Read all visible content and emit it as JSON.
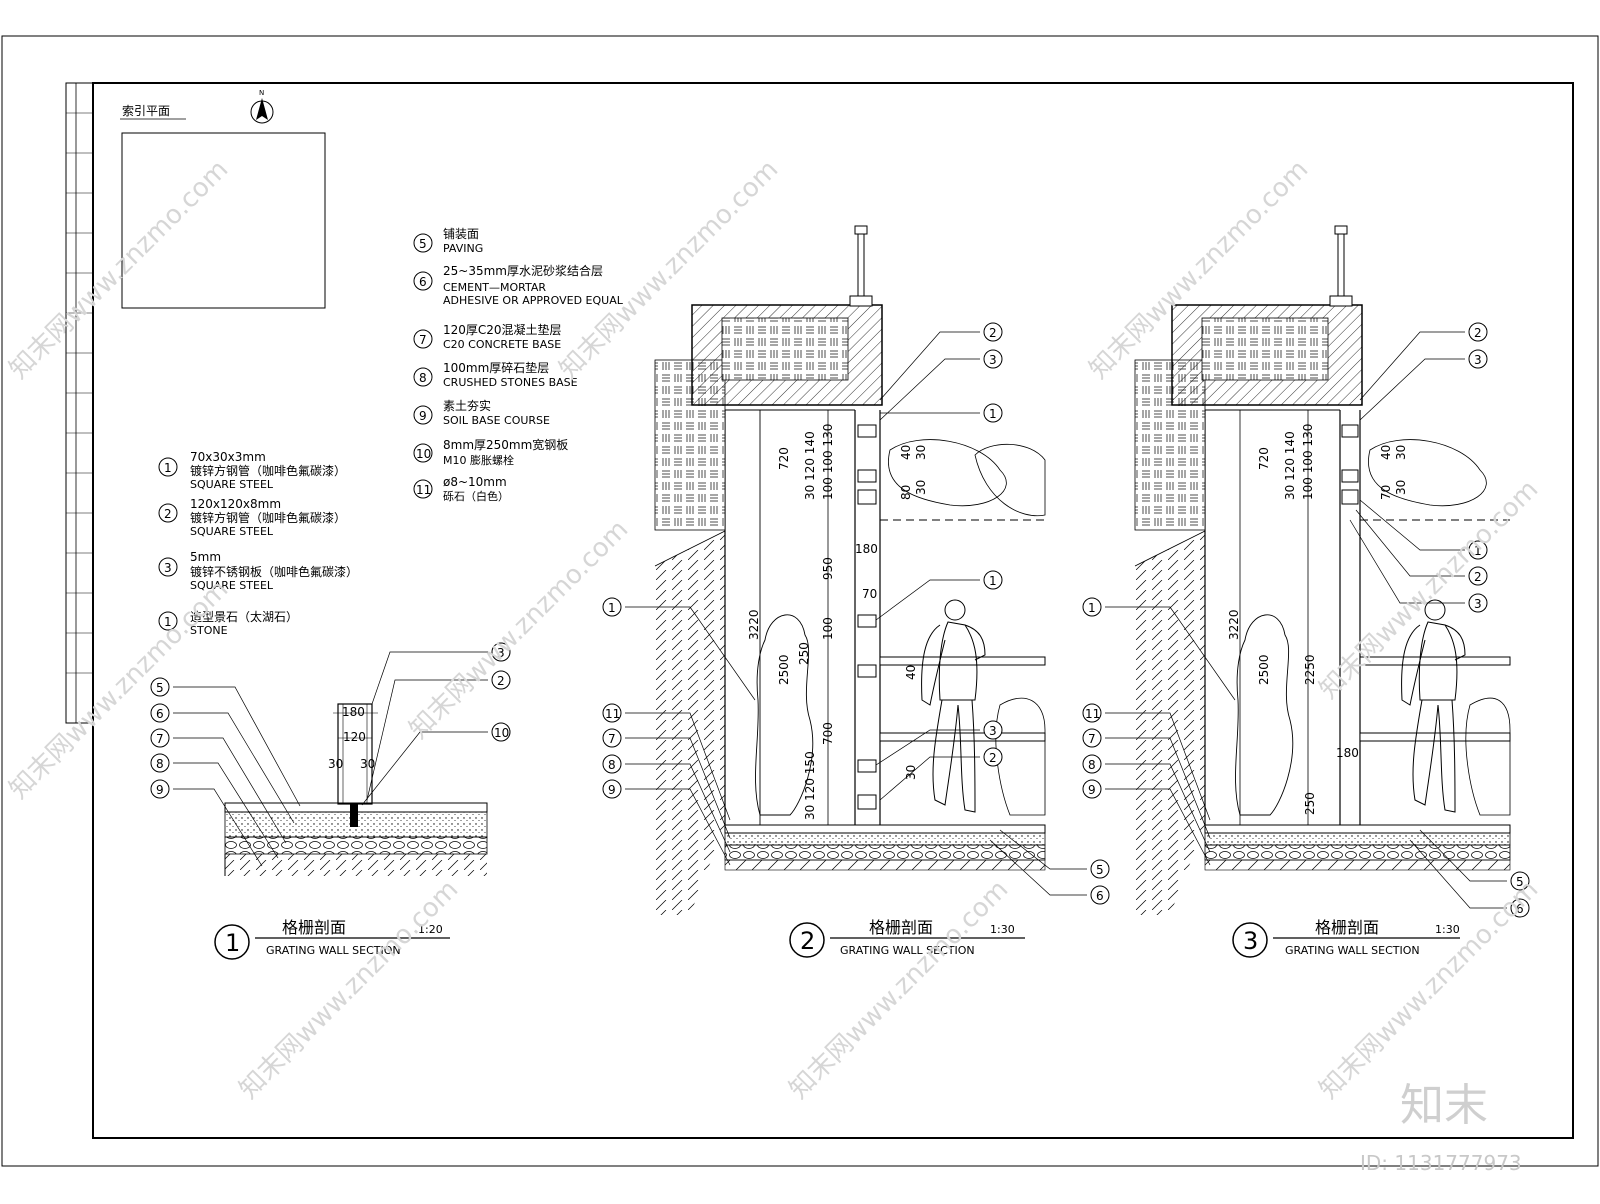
{
  "sheet": {
    "index_plan_label": "索引平面",
    "north_label": "N"
  },
  "legend_right": [
    {
      "num": "5",
      "cn": "铺装面",
      "en": "PAVING"
    },
    {
      "num": "6",
      "cn": "25~35mm厚水泥砂浆结合层",
      "en": "CEMENT—MORTAR",
      "en2": "ADHESIVE OR APPROVED EQUAL"
    },
    {
      "num": "7",
      "cn": "120厚C20混凝土垫层",
      "en": "C20 CONCRETE BASE"
    },
    {
      "num": "8",
      "cn": "100mm厚碎石垫层",
      "en": "CRUSHED STONES BASE"
    },
    {
      "num": "9",
      "cn": "素土夯实",
      "en": "SOIL BASE COURSE"
    },
    {
      "num": "10",
      "cn": "8mm厚250mm宽钢板",
      "en": "M10 膨胀螺栓"
    },
    {
      "num": "11",
      "cn": "ø8~10mm",
      "en": "砾石（白色）"
    }
  ],
  "legend_left": [
    {
      "num": "1",
      "spec": "70x30x3mm",
      "cn": "镀锌方钢管（咖啡色氟碳漆）",
      "en": "SQUARE STEEL"
    },
    {
      "num": "2",
      "spec": "120x120x8mm",
      "cn": "镀锌方钢管（咖啡色氟碳漆）",
      "en": "SQUARE STEEL"
    },
    {
      "num": "3",
      "spec": "5mm",
      "cn": "镀锌不锈钢板（咖啡色氟碳漆）",
      "en": "SQUARE STEEL"
    },
    {
      "num": "1",
      "spec": "",
      "cn": "造型景石（太湖石）",
      "en": "STONE"
    }
  ],
  "sections": [
    {
      "num": "1",
      "cn": "格栅剖面",
      "scale": "1:20",
      "en": "GRATING WALL SECTION"
    },
    {
      "num": "2",
      "cn": "格栅剖面",
      "scale": "1:30",
      "en": "GRATING WALL SECTION"
    },
    {
      "num": "3",
      "cn": "格栅剖面",
      "scale": "1:30",
      "en": "GRATING WALL SECTION"
    }
  ],
  "section1_dims": {
    "top": "180",
    "mid": "120",
    "left": "30",
    "right": "30"
  },
  "section1_callouts_left": [
    "5",
    "6",
    "7",
    "8",
    "9"
  ],
  "section1_callouts_right": [
    "3",
    "2",
    "10"
  ],
  "section2_dims": {
    "h_total": "3220",
    "h_2500": "2500",
    "h_250": "250",
    "h_720": "720",
    "h_950": "950",
    "h_700": "700",
    "top_stack": "30 120 140",
    "top_stack2": "100 100 130",
    "d_180": "180",
    "d_70": "70",
    "d_100": "100",
    "d_40": "40",
    "d_30": "30",
    "d_80": "80",
    "bottom_stack": "30 120 150"
  },
  "section3_dims": {
    "h_total": "3220",
    "h_2500": "2500",
    "h_2250": "2250",
    "h_720": "720",
    "top_stack": "30 120 140",
    "top_stack2": "100 100 130",
    "d_180": "180",
    "d_70": "70",
    "d_40": "40",
    "d_30": "30",
    "d_250": "250"
  },
  "section2_callouts_left": [
    "1",
    "11",
    "7",
    "8",
    "9"
  ],
  "section2_callouts_right": [
    "2",
    "3",
    "1",
    "1",
    "3",
    "2",
    "5",
    "6"
  ],
  "section3_callouts_left": [
    "1",
    "11",
    "7",
    "8",
    "9"
  ],
  "section3_callouts_right": [
    "2",
    "3",
    "1",
    "2",
    "3",
    "5",
    "6"
  ],
  "watermark": {
    "text": "知末网www.znzmo.com",
    "logo": "知末",
    "id": "ID: 1131777973"
  }
}
